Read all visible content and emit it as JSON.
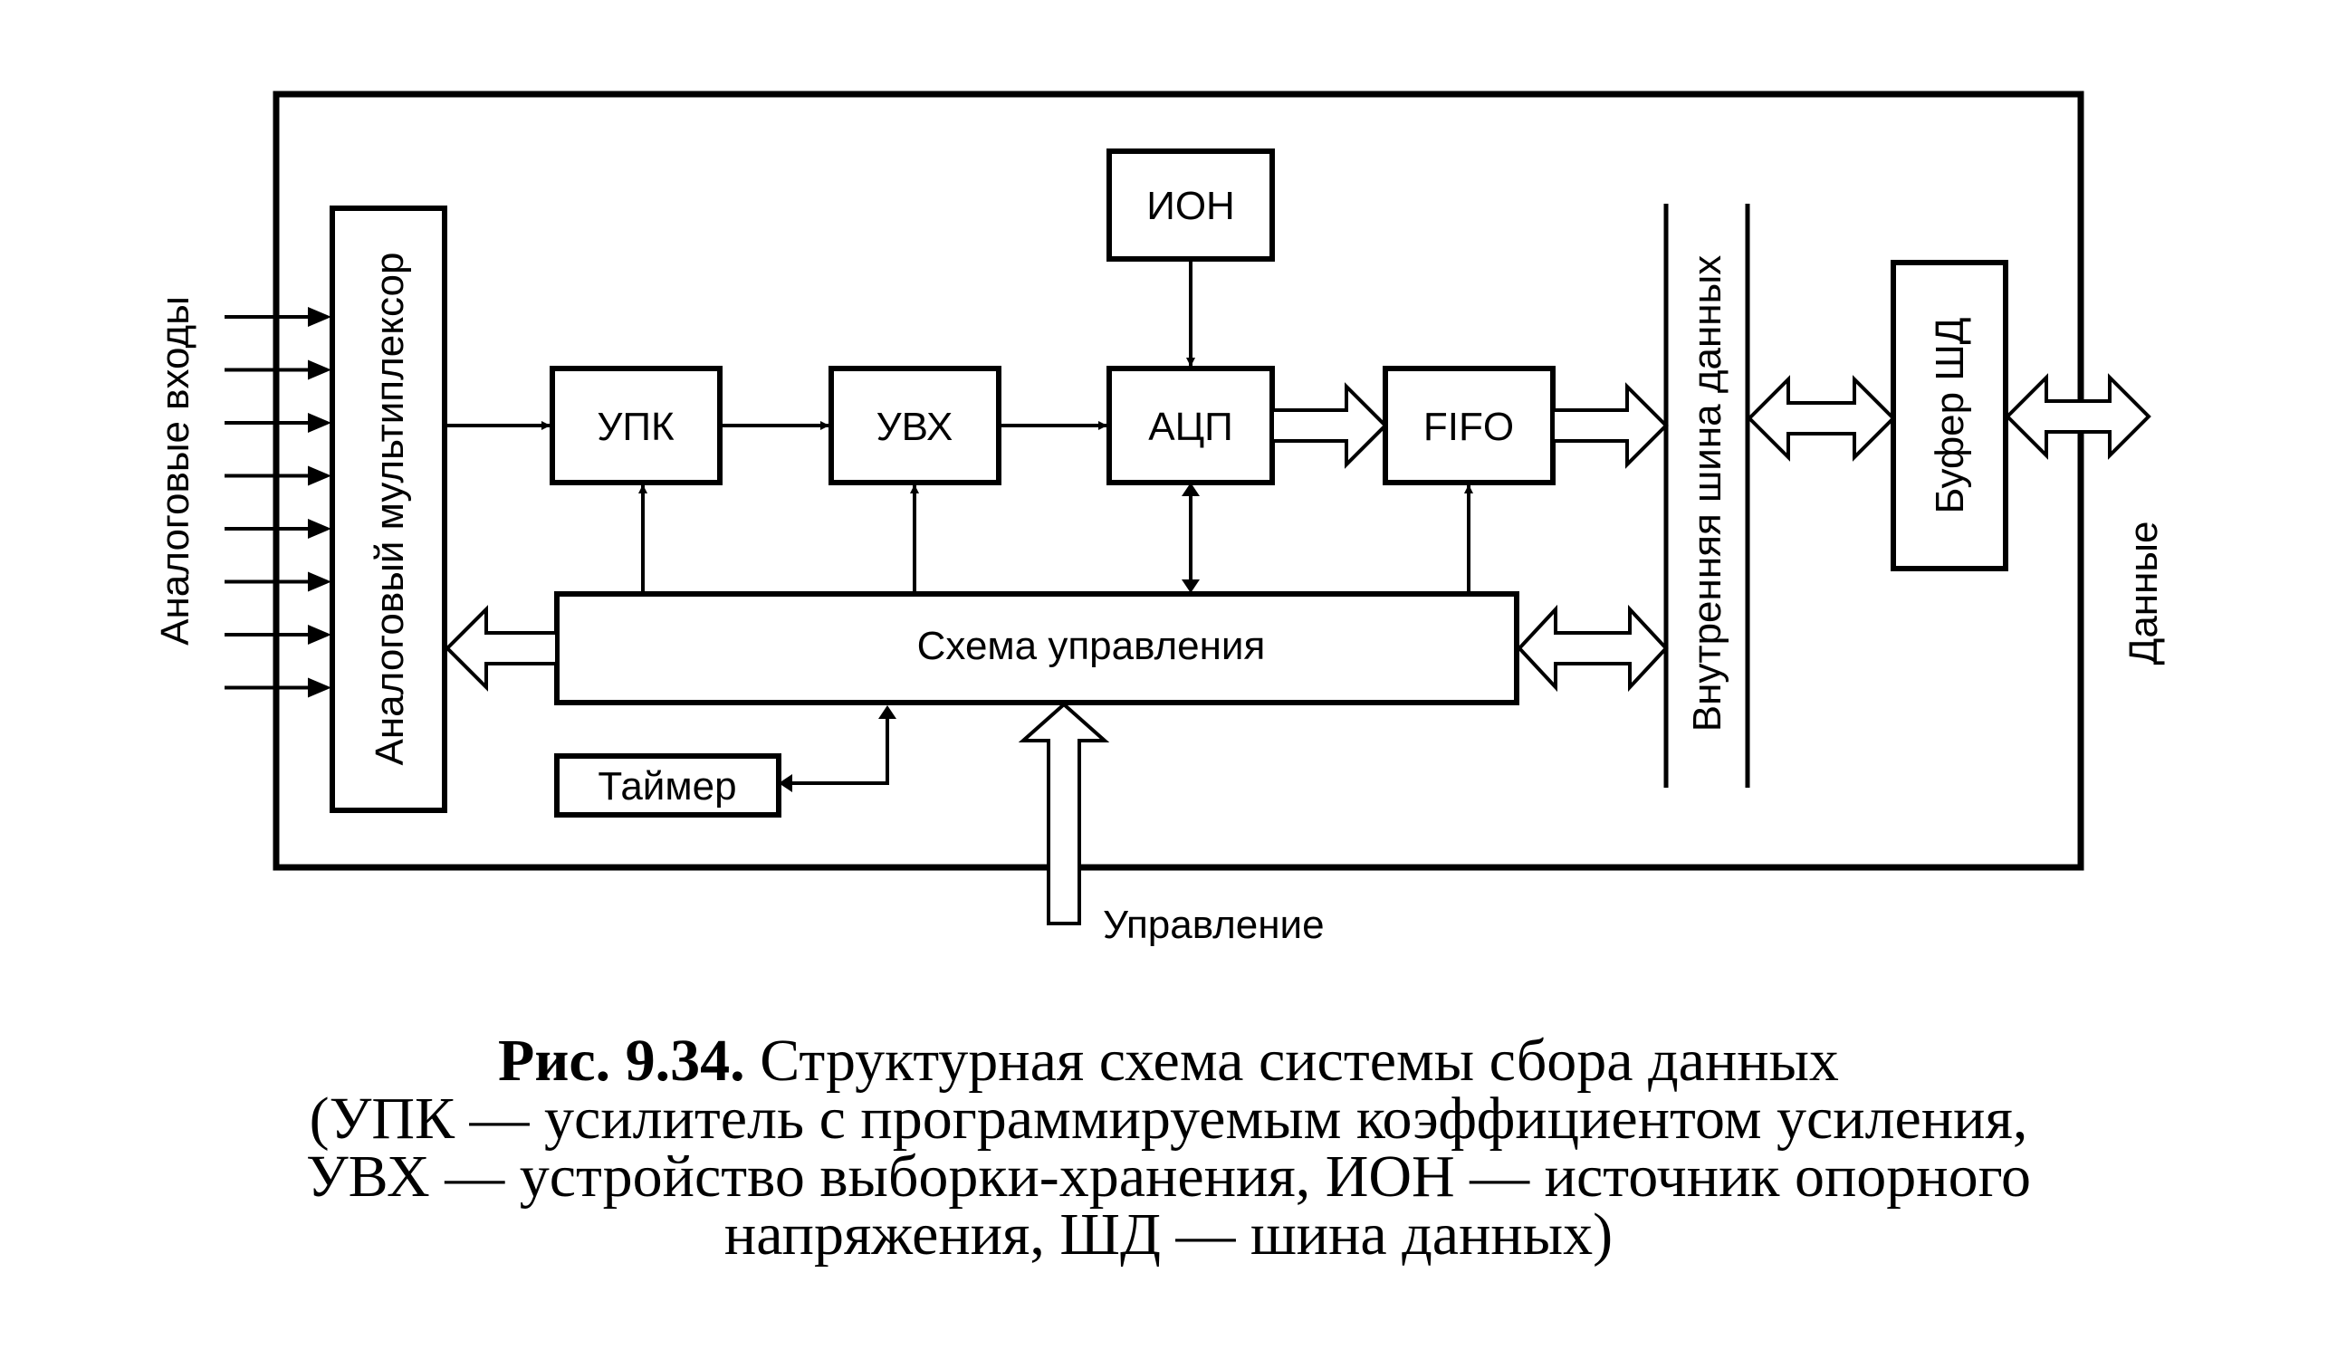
{
  "diagram": {
    "analog_inputs": "Аналоговые входы",
    "multiplexer": "Аналоговый мультиплексор",
    "upk": "УПК",
    "uvx": "УВХ",
    "adc": "АЦП",
    "fifo": "FIFO",
    "ion": "ИОН",
    "control_scheme": "Схема управления",
    "timer": "Таймер",
    "control": "Управление",
    "internal_bus": "Внутренняя шина данных",
    "bus_buffer": "Буфер ШД",
    "data": "Данные",
    "input_count": 8
  },
  "caption": {
    "fig_number": "Рис. 9.34.",
    "title": "Структурная схема системы сбора данных",
    "line2": "(УПК — усилитель с программируемым коэффициентом усиления,",
    "line3": "УВХ — устройство выборки-хранения, ИОН — источник опорного",
    "line4": "напряжения, ШД — шина данных)"
  }
}
